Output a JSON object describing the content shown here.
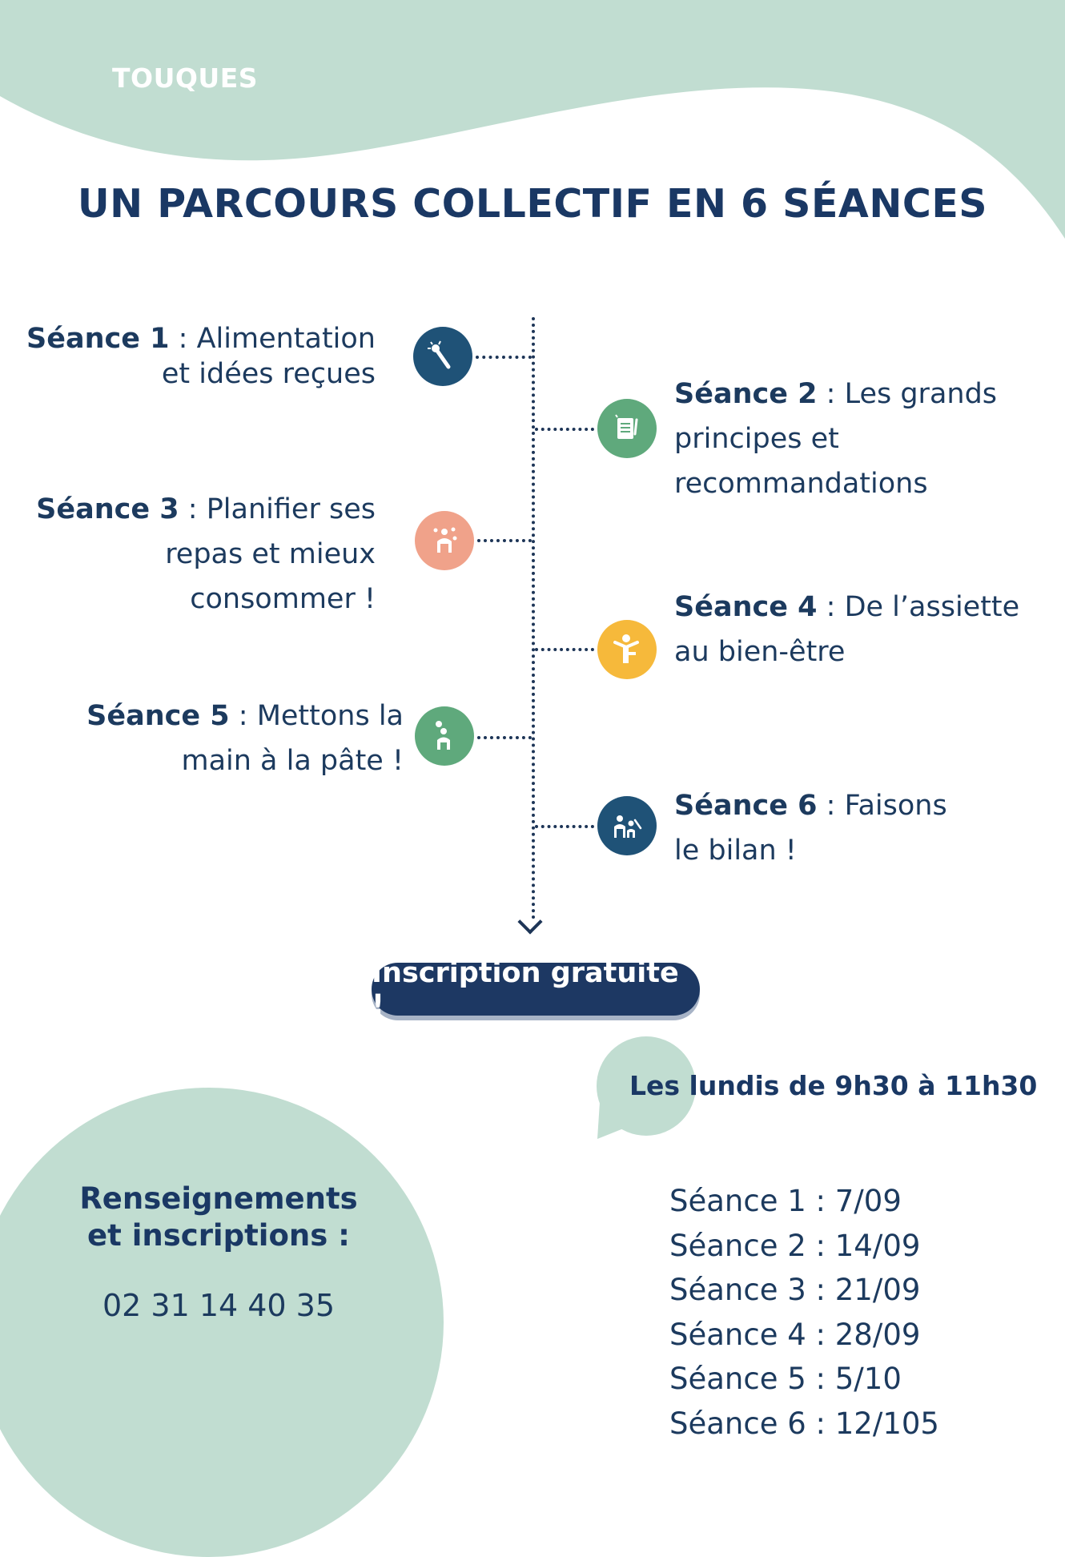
{
  "brand": "TOUQUES",
  "title": "UN PARCOURS COLLECTIF EN 6 SÉANCES",
  "colors": {
    "navy": "#1d3863",
    "mint": "#c1ddd1",
    "green": "#5fa97c",
    "salmon": "#f0a28a",
    "yellow": "#f6b93b",
    "blue": "#1f5277"
  },
  "sessions": [
    {
      "label": "Séance 1",
      "sep": " : ",
      "lines": [
        "Alimentation",
        "et idées reçues"
      ],
      "icon": "wand-icon"
    },
    {
      "label": "Séance 2",
      "sep": " : ",
      "lines": [
        "Les grands",
        "principes et",
        "recommandations"
      ],
      "icon": "notepad-icon"
    },
    {
      "label": "Séance 3",
      "sep": " : ",
      "lines": [
        "Planifier ses",
        "repas et mieux",
        "consommer !"
      ],
      "icon": "juggler-icon"
    },
    {
      "label": "Séance 4",
      "sep": " : ",
      "lines": [
        "De l’assiette",
        "au bien-être"
      ],
      "icon": "person-cheer-icon"
    },
    {
      "label": "Séance 5",
      "sep": " : ",
      "lines": [
        "Mettons la",
        "main à la pâte !"
      ],
      "icon": "person-ball-icon"
    },
    {
      "label": "Séance 6",
      "sep": " : ",
      "lines": [
        "Faisons",
        "le bilan !"
      ],
      "icon": "people-icon"
    }
  ],
  "cta": "Inscription gratuite !",
  "schedule": "Les lundis de 9h30 à 11h30",
  "contact": {
    "title_line1": "Renseignements",
    "title_line2": "et inscriptions :",
    "phone": "02 31 14 40 35"
  },
  "dates": [
    "Séance 1 :  7/09",
    "Séance 2 : 14/09",
    "Séance 3 : 21/09",
    "Séance 4 : 28/09",
    "Séance 5 : 5/10",
    "Séance 6 : 12/105"
  ]
}
